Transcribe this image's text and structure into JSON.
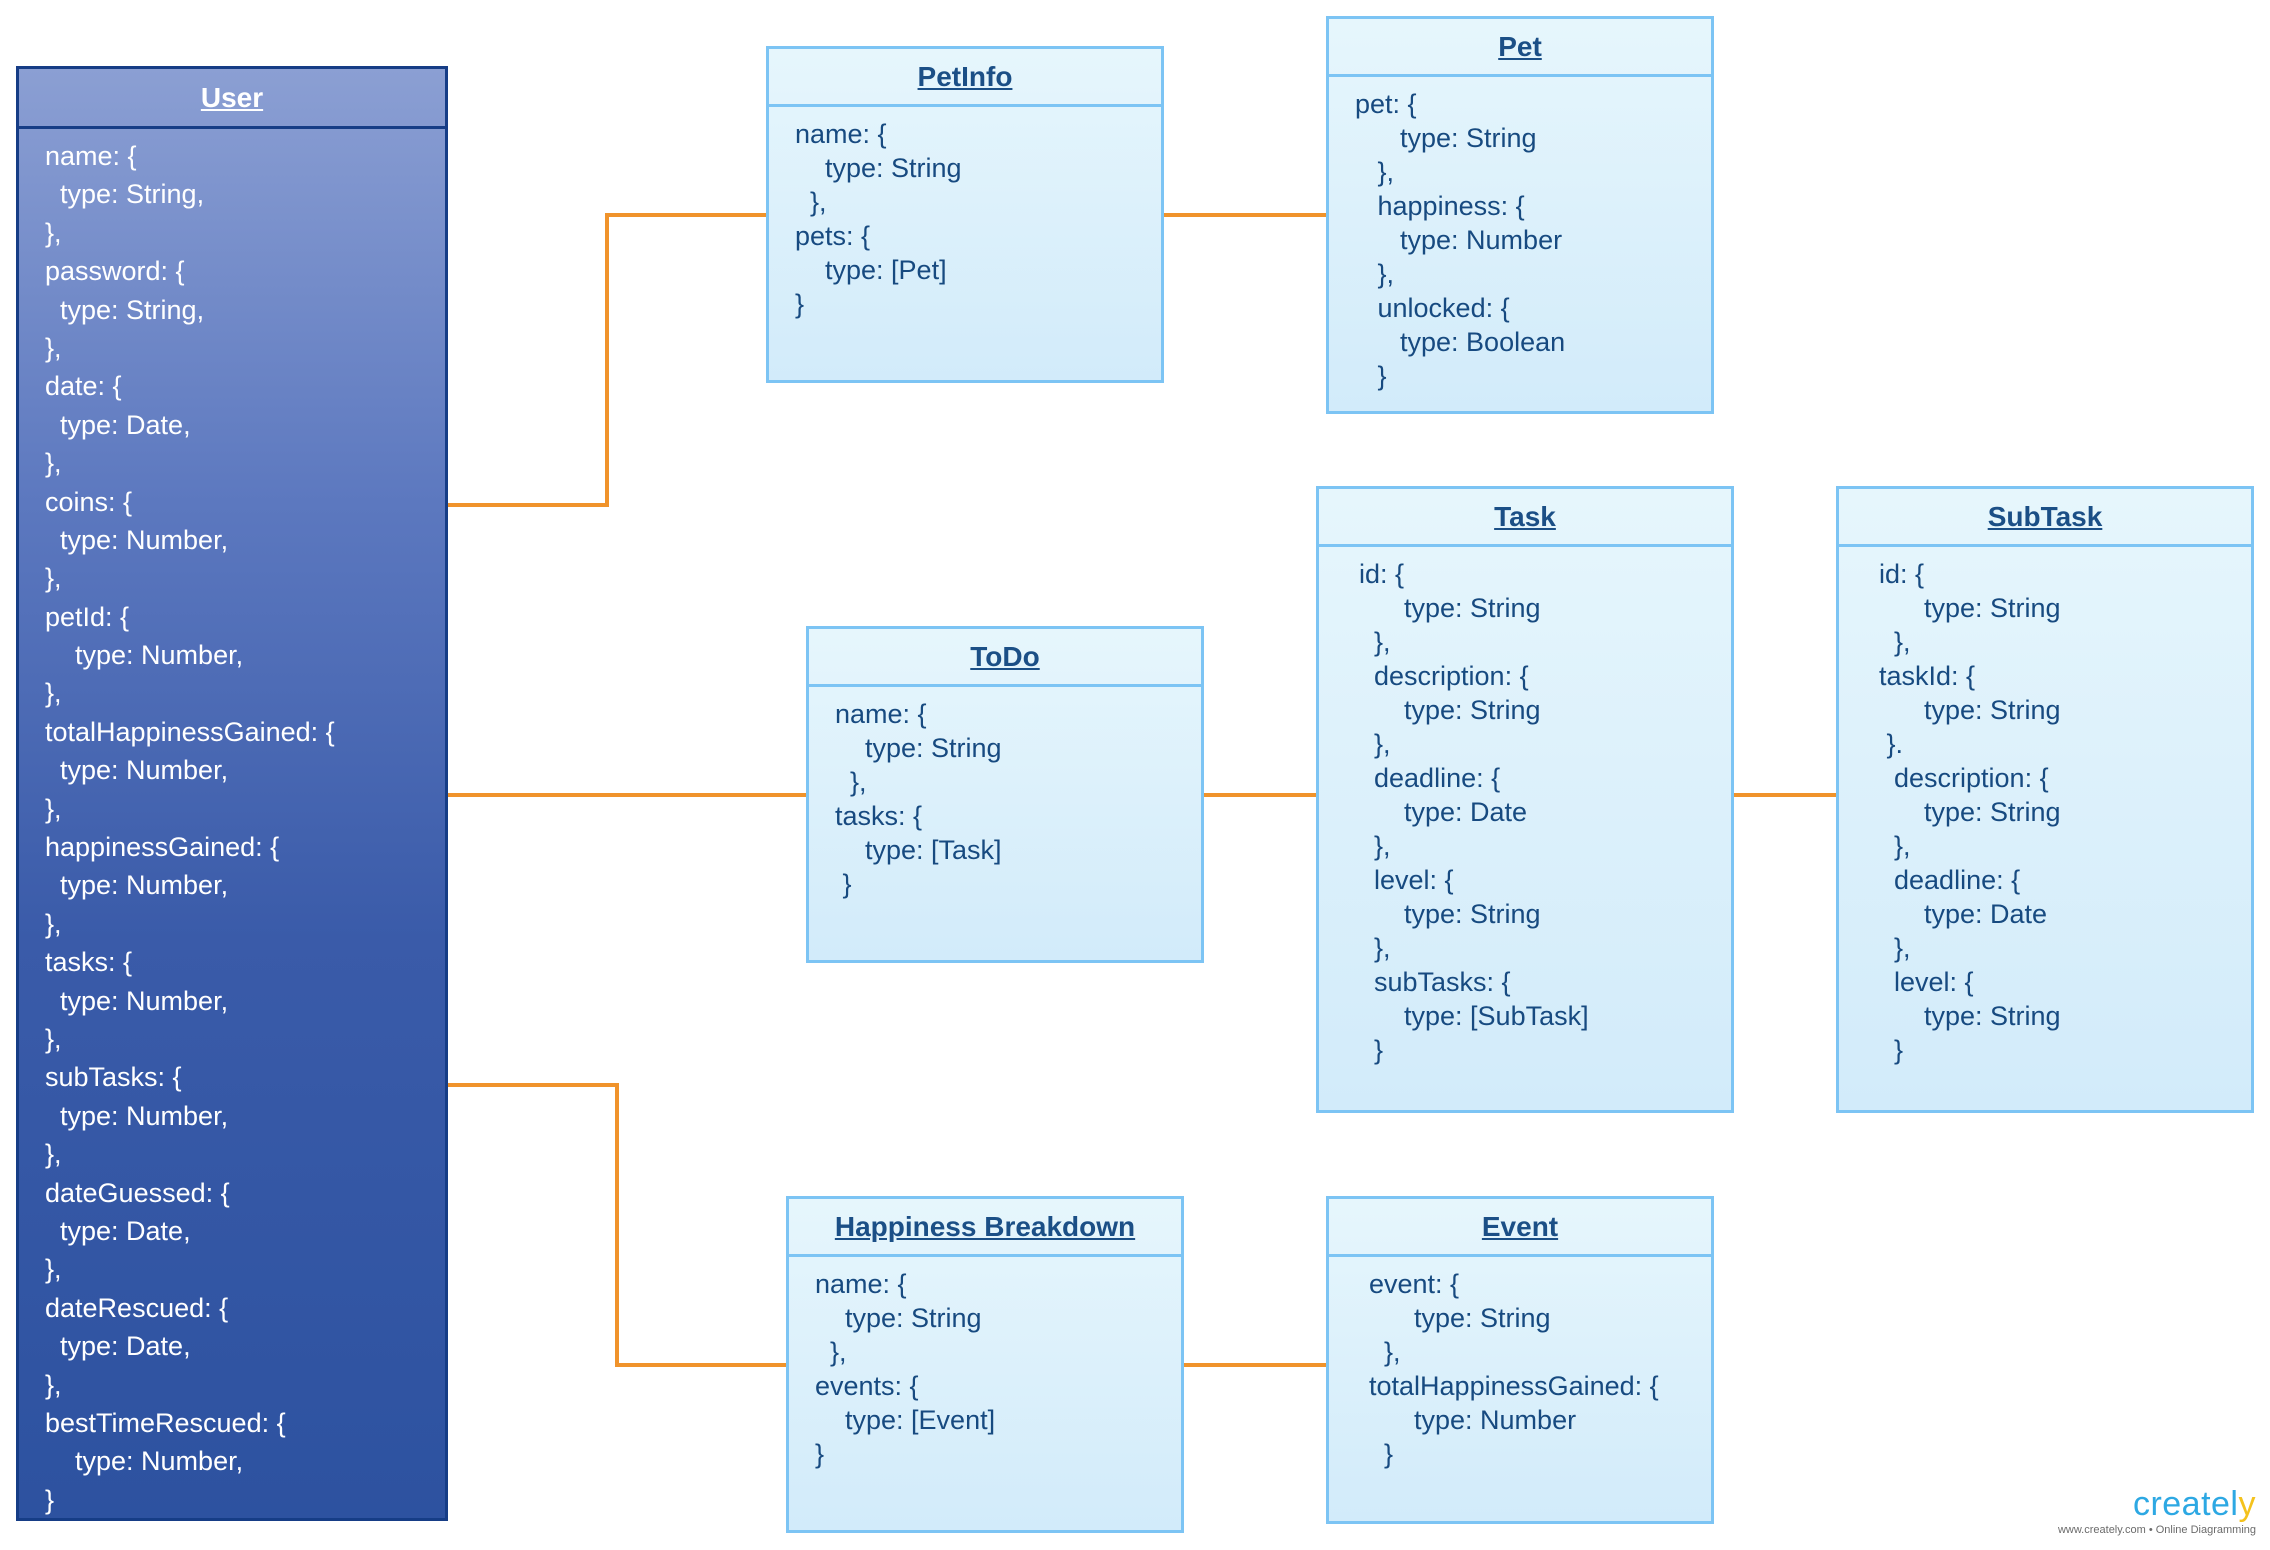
{
  "colors": {
    "connector": "#f0932b",
    "entity_border": "#7cc4f4",
    "entity_fill": "#dff1fb",
    "user_fill": "#3a5ba9",
    "text": "#174a80"
  },
  "entities": {
    "user": {
      "title": "User",
      "lines": [
        "name: {",
        "  type: String,",
        "},",
        "password: {",
        "  type: String,",
        "},",
        "date: {",
        "  type: Date,",
        "},",
        "coins: {",
        "  type: Number,",
        "},",
        "petId: {",
        "    type: Number,",
        "},",
        "totalHappinessGained: {",
        "  type: Number,",
        "},",
        "happinessGained: {",
        "  type: Number,",
        "},",
        "tasks: {",
        "  type: Number,",
        "},",
        "subTasks: {",
        "  type: Number,",
        "},",
        "dateGuessed: {",
        "  type: Date,",
        "},",
        "dateRescued: {",
        "  type: Date,",
        "},",
        "bestTimeRescued: {",
        "    type: Number,",
        "}"
      ]
    },
    "petinfo": {
      "title": "PetInfo",
      "lines": [
        "name: {",
        "    type: String",
        "  },",
        "pets: {",
        "    type: [Pet]",
        "}"
      ]
    },
    "pet": {
      "title": "Pet",
      "lines": [
        "pet: {",
        "      type: String",
        "   },",
        "   happiness: {",
        "      type: Number",
        "   },",
        "   unlocked: {",
        "      type: Boolean",
        "   }"
      ]
    },
    "todo": {
      "title": "ToDo",
      "lines": [
        "name: {",
        "    type: String",
        "  },",
        "tasks: {",
        "    type: [Task]",
        " }"
      ]
    },
    "task": {
      "title": "Task",
      "lines": [
        "id: {",
        "      type: String",
        "  },",
        "  description: {",
        "      type: String",
        "  },",
        "  deadline: {",
        "      type: Date",
        "  },",
        "  level: {",
        "      type: String",
        "  },",
        "  subTasks: {",
        "      type: [SubTask]",
        "  }"
      ]
    },
    "subtask": {
      "title": "SubTask",
      "lines": [
        "id: {",
        "      type: String",
        "  },",
        "taskId: {",
        "      type: String",
        " }.",
        "  description: {",
        "      type: String",
        "  },",
        "  deadline: {",
        "      type: Date",
        "  },",
        "  level: {",
        "      type: String",
        "  }"
      ]
    },
    "happiness": {
      "title": "Happiness Breakdown",
      "lines": [
        "name: {",
        "    type: String",
        "  },",
        "events: {",
        "    type: [Event]",
        "}"
      ]
    },
    "event": {
      "title": "Event",
      "lines": [
        "event: {",
        "      type: String",
        "  },",
        "totalHappinessGained: {",
        "      type: Number",
        "  }"
      ]
    }
  },
  "watermark": {
    "brand_main": "createl",
    "brand_accent": "y",
    "tagline": "www.creately.com • Online Diagramming"
  }
}
